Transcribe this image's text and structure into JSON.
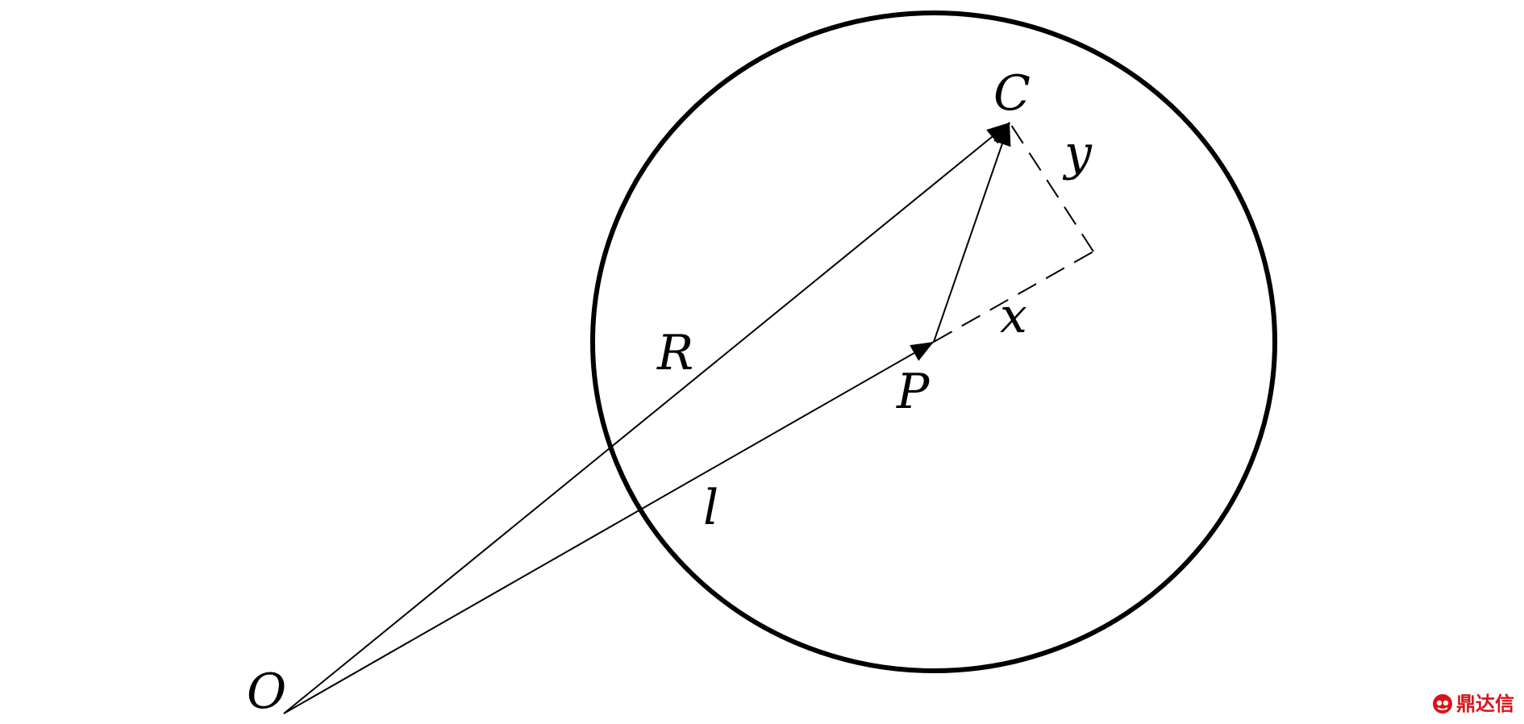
{
  "labels": {
    "origin": "O",
    "center": "C",
    "point": "P",
    "radius_vector": "R",
    "distance": "l",
    "coord_x": "x",
    "coord_y": "y"
  },
  "watermark": {
    "text": "鼎达信",
    "color": "#d7141a"
  },
  "colors": {
    "stroke": "#000000",
    "background": "#ffffff"
  }
}
